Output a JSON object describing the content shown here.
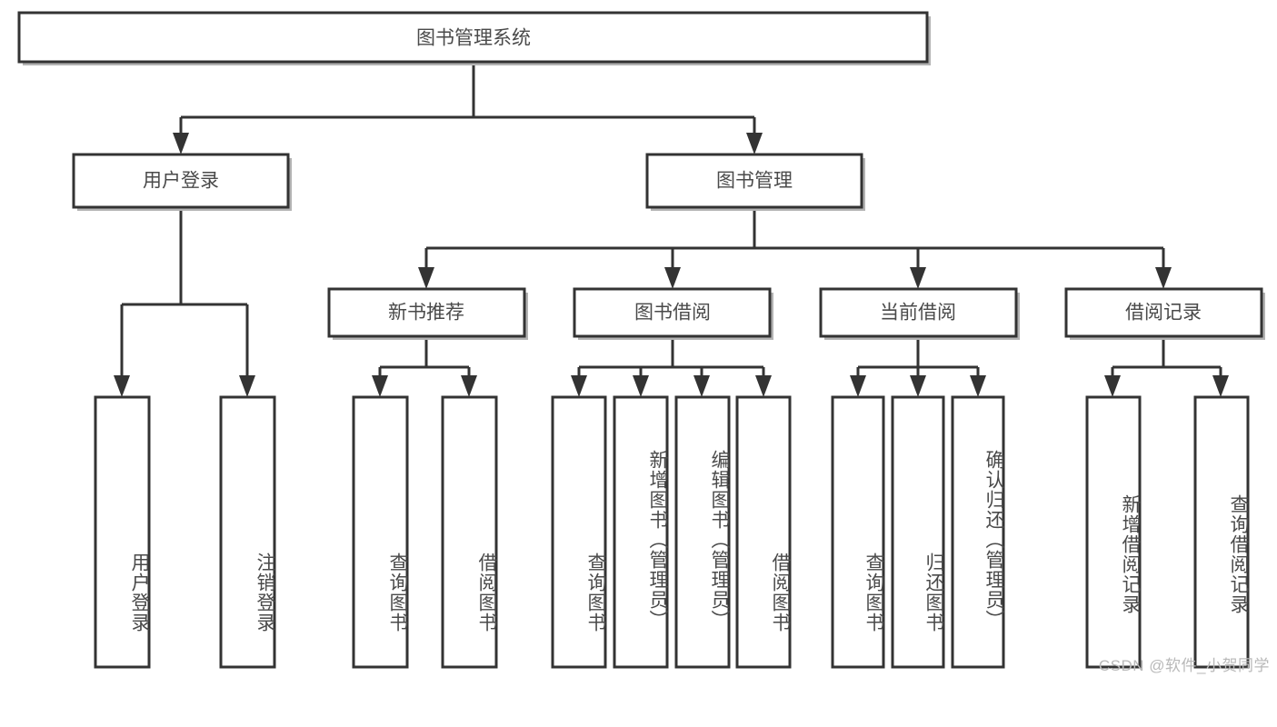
{
  "diagram": {
    "type": "tree-hierarchy",
    "title": "图书管理系统",
    "watermark": "CSDN @软件_小贺同学",
    "colors": {
      "box_border": "#333333",
      "box_fill": "#ffffff",
      "text": "#4a4a4a",
      "connector": "#333333",
      "shadow": "#b3b3b3",
      "watermark": "#b9b9b9"
    },
    "levels": {
      "root": {
        "label": "图书管理系统"
      },
      "level2": [
        {
          "label": "用户登录"
        },
        {
          "label": "图书管理"
        }
      ],
      "level3": [
        {
          "label": "新书推荐"
        },
        {
          "label": "图书借阅"
        },
        {
          "label": "当前借阅"
        },
        {
          "label": "借阅记录"
        }
      ],
      "leaves": {
        "user_login": [
          {
            "label": "用户登录"
          },
          {
            "label": "注销登录"
          }
        ],
        "new_book_recommend": [
          {
            "label": "查询图书"
          },
          {
            "label": "借阅图书"
          }
        ],
        "book_borrow": [
          {
            "label": "查询图书"
          },
          {
            "label": "新增图书（管理员）"
          },
          {
            "label": "编辑图书（管理员）"
          },
          {
            "label": "借阅图书"
          }
        ],
        "current_borrow": [
          {
            "label": "查询图书"
          },
          {
            "label": "归还图书"
          },
          {
            "label": "确认归还（管理员）"
          }
        ],
        "borrow_record": [
          {
            "label": "新增借阅记录"
          },
          {
            "label": "查询借阅记录"
          }
        ]
      }
    }
  }
}
